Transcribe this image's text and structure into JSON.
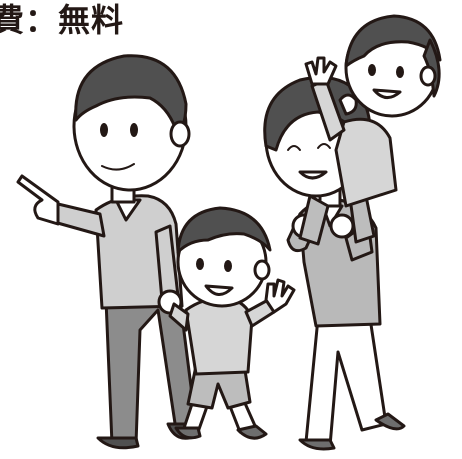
{
  "caption": {
    "text": "費：無料"
  },
  "illustration": {
    "figures": [
      "father",
      "son-walking",
      "mother",
      "child-on-shoulders"
    ],
    "palette": {
      "outline": "#231815",
      "hair": "#505050",
      "skin": "#ffffff",
      "sweater": "#cfcfcf",
      "pants_dark": "#8c8c8c",
      "mother_top": "#b9b9b9",
      "mother_pants": "#ffffff",
      "kid_shirt": "#d6d6d6",
      "kid_shorts": "#bdbdbd"
    }
  }
}
